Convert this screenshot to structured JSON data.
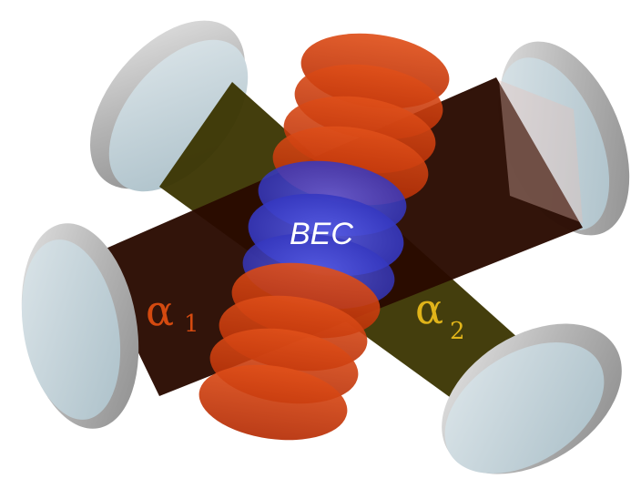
{
  "labels": {
    "center": "BEC",
    "beam1_symbol": "α",
    "beam1_subscript": "1",
    "beam2_symbol": "α",
    "beam2_subscript": "2"
  },
  "colors": {
    "background": "#ffffff",
    "beam1": "#2a0a00",
    "beam2": "#3a3400",
    "lattice_disk": "#d23a08",
    "bec_cloud": "#3a3fd4",
    "mirror_face": "#b9d6e2",
    "mirror_rim": "#a9a9a9",
    "beam1_label": "#d44a10",
    "beam2_label": "#e0b41a",
    "center_label": "#ffffff"
  }
}
